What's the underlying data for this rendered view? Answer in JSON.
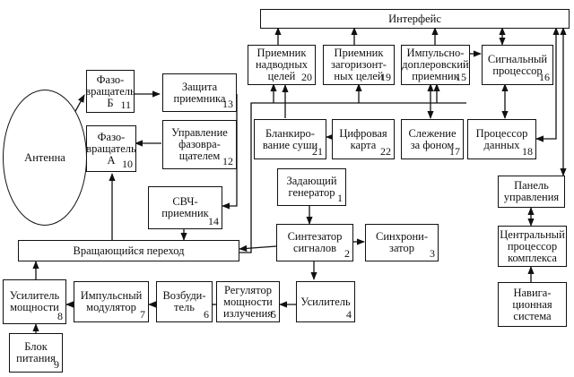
{
  "diagram": {
    "antenna": "Антенна",
    "blocks": {
      "interface": {
        "label": "Интерфейс",
        "num": ""
      },
      "phase_b": {
        "label": "Фазо-\nвращатель\nБ",
        "num": "11"
      },
      "rx_protect": {
        "label": "Защита\nприемника",
        "num": "13"
      },
      "phase_a": {
        "label": "Фазо-\nвращатель\nА",
        "num": "10"
      },
      "phase_ctrl": {
        "label": "Управление\nфазовра-\nщателем",
        "num": "12"
      },
      "surface_rx": {
        "label": "Приемник\nнадводных\nцелей",
        "num": "20"
      },
      "horizon_rx": {
        "label": "Приемник\nзагоризонт-\nных целей",
        "num": "19"
      },
      "doppler_rx": {
        "label": "Импульсно-\nдоплеровский\nприемник",
        "num": "15"
      },
      "signal_proc": {
        "label": "Сигнальный\nпроцессор",
        "num": "16"
      },
      "land_blank": {
        "label": "Бланкиро-\nвание суши",
        "num": "21"
      },
      "digital_map": {
        "label": "Цифровая\nкарта",
        "num": "22"
      },
      "bg_track": {
        "label": "Слежение\nза фоном",
        "num": "17"
      },
      "data_proc": {
        "label": "Процессор\nданных",
        "num": "18"
      },
      "microwave_rx": {
        "label": "СВЧ-\nприемник",
        "num": "14"
      },
      "master_gen": {
        "label": "Задающий\nгенератор",
        "num": "1"
      },
      "synthesizer": {
        "label": "Синтезатор\nсигналов",
        "num": "2"
      },
      "synchronizer": {
        "label": "Синхрони-\nзатор",
        "num": "3"
      },
      "control_panel": {
        "label": "Панель\nуправления",
        "num": ""
      },
      "central_cpu": {
        "label": "Центральный\nпроцессор\nкомплекса",
        "num": ""
      },
      "rotary_joint": {
        "label": "Вращающийся переход",
        "num": ""
      },
      "power_amp": {
        "label": "Усилитель\nмощности",
        "num": "8"
      },
      "pulse_mod": {
        "label": "Импульсный\nмодулятор",
        "num": "7"
      },
      "exciter": {
        "label": "Возбуди-\nтель",
        "num": "6"
      },
      "power_reg": {
        "label": "Регулятор\nмощности\nизлучения",
        "num": "5"
      },
      "amplifier": {
        "label": "Усилитель",
        "num": "4"
      },
      "navigation": {
        "label": "Навига-\nционная\nсистема",
        "num": ""
      },
      "power_supply": {
        "label": "Блок\nпитания",
        "num": "9"
      }
    }
  }
}
